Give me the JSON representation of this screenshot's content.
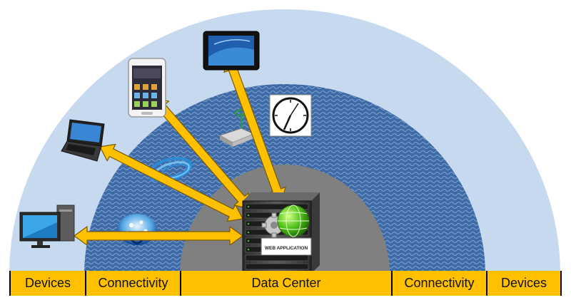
{
  "segments": {
    "devices_left": "Devices",
    "connectivity_left": "Connectivity",
    "data_center": "Data Center",
    "connectivity_right": "Connectivity",
    "devices_right": "Devices"
  },
  "server": {
    "badge_text": "WEB APPLICATION"
  },
  "colors": {
    "outer_ring": "#c7d9ef",
    "middle_ring": "#3f6ca8",
    "inner_ring": "#7f7f7f",
    "arrow": "#ffc000",
    "band": "#ffc000"
  },
  "icons": [
    "desktop-computer-icon",
    "laptop-icon",
    "smartphone-icon",
    "tablet-icon",
    "router-icon",
    "clock-icon",
    "cable-icon",
    "cloud-network-icon",
    "server-rack-icon",
    "gear-icon",
    "globe-icon"
  ]
}
